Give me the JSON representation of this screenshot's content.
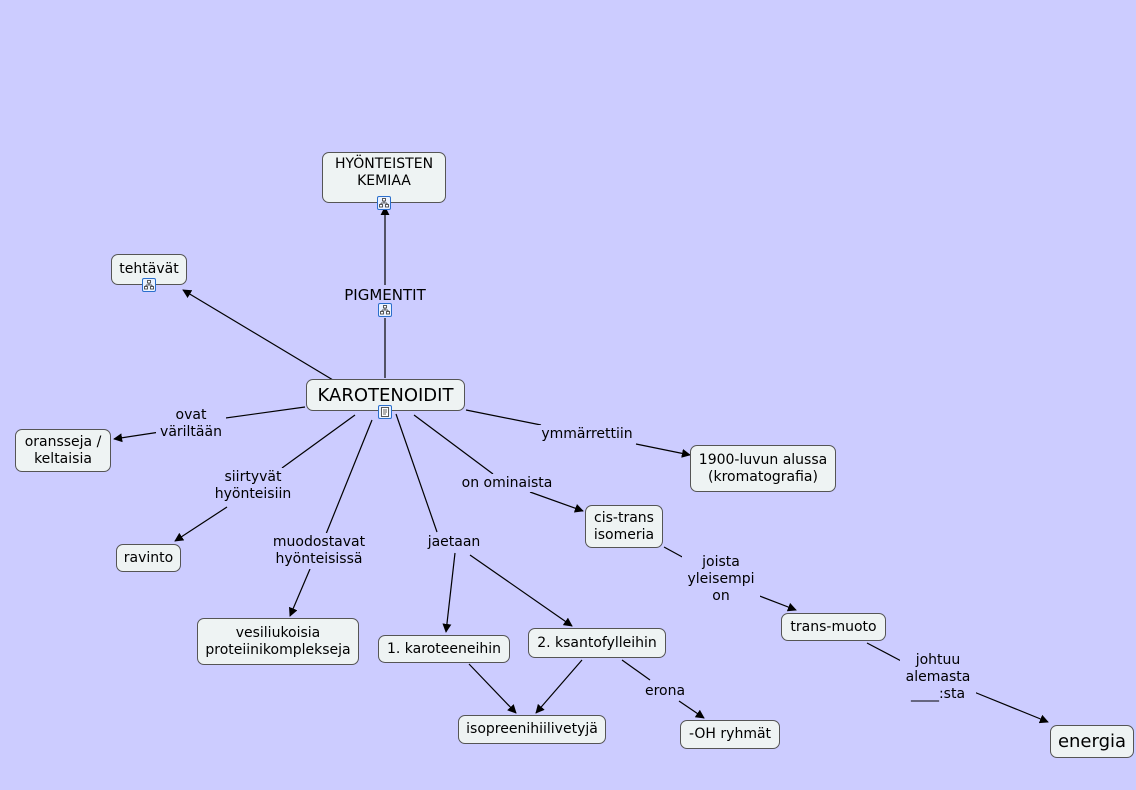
{
  "nodes": {
    "hyonteisten": "HYÖNTEISTEN\nKEMIAA",
    "tehtavat": "tehtävät",
    "karotenoidit": "KAROTENOIDIT",
    "oransseja": "oransseja /\nkeltaisia",
    "ravinto": "ravinto",
    "vesiliukoisia": "vesiliukoisia\nproteiinikomplekseja",
    "karoteeneihin": "1. karoteeneihin",
    "ksantofylleihin": "2. ksantofylleihin",
    "isopreeni": "isopreenihiilivetyjä",
    "oh_ryhmat": "-OH ryhmät",
    "vuosisata": "1900-luvun alussa\n(kromatografia)",
    "cis_trans": "cis-trans\nisomeria",
    "trans_muoto": "trans-muoto",
    "energia": "energia"
  },
  "labels": {
    "pigmentit": "PIGMENTIT",
    "ovat_variltaan": "ovat\nväriltään",
    "siirtyvat": "siirtyvät\nhyönteisiin",
    "muodostavat": "muodostavat\nhyönteisissä",
    "jaetaan": "jaetaan",
    "on_ominaista": "on ominaista",
    "ymmarrettiin": "ymmärrettiin",
    "joista": "joista\nyleisempi\non",
    "erona": "erona",
    "johtuu": "johtuu\nalemasta\n____:sta"
  },
  "icons": {
    "hyonteisten_link": "concept-map-link-icon",
    "tehtavat_link": "concept-map-link-icon",
    "pigmentit_link": "concept-map-link-icon",
    "karotenoidit_doc": "document-icon"
  },
  "colors": {
    "background": "#ccccff",
    "node_fill": "#eef3f3",
    "node_border": "#555555",
    "line": "#000000",
    "icon_border": "#2a6ecc"
  }
}
